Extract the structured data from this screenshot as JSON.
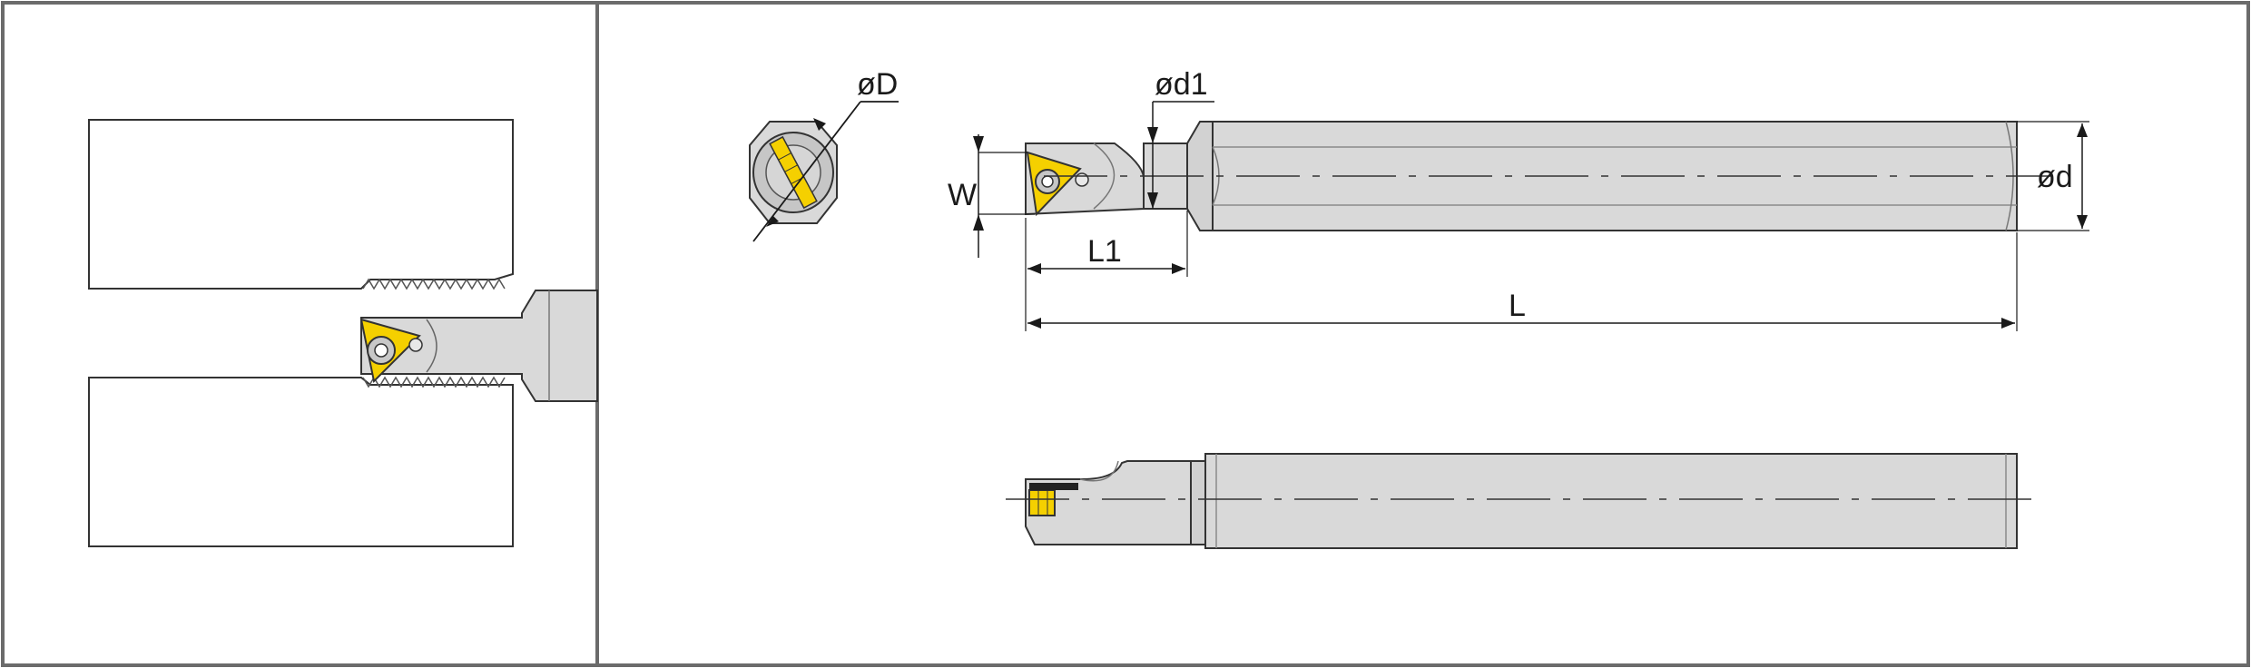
{
  "dimensions": {
    "D": "øD",
    "d1": "ød1",
    "W": "W",
    "d": "ød",
    "L1": "L1",
    "L": "L"
  },
  "colors": {
    "frame": "#6b6b6b",
    "body": "#d9d9d9",
    "body_dark": "#bdbdbd",
    "insert": "#f5d000",
    "line": "#2a2a2a",
    "workpiece_fill": "#ffffff"
  }
}
